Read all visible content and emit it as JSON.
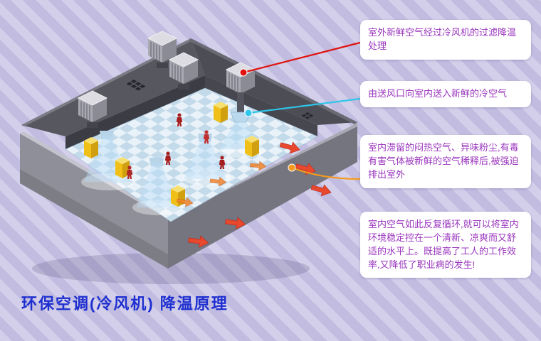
{
  "page": {
    "title": "环保空调(冷风机) 降温原理"
  },
  "callouts": [
    {
      "id": "callout-filter",
      "text": "室外新鲜空气经过冷风机的过滤降温处理"
    },
    {
      "id": "callout-supply",
      "text": "由送风口向室内送入新鲜的冷空气"
    },
    {
      "id": "callout-exhaust",
      "text": "室内滞留的闷热空气、异味粉尘,有毒有害气体被新鲜的空气稀释后,被强迫排出室外"
    },
    {
      "id": "callout-cycle",
      "text": "室内空气如此反复循环,就可以将室内环境稳定控在一个清新、凉爽而又舒适的水平上。既提高了工人的工作效率,又降低了职业病的发生!"
    }
  ],
  "colors": {
    "background": "#c9c5e5",
    "title": "#1e2fd0",
    "callout_text": "#9a35bd",
    "connector_red": "#e01310",
    "connector_cyan": "#2ec6ea",
    "connector_orange": "#f59a1e"
  },
  "diagram": {
    "description": "isometric factory workshop with rooftop evaporative cooling units, fresh-air supply diffusers, workers, and exhaust airflow arrows"
  }
}
